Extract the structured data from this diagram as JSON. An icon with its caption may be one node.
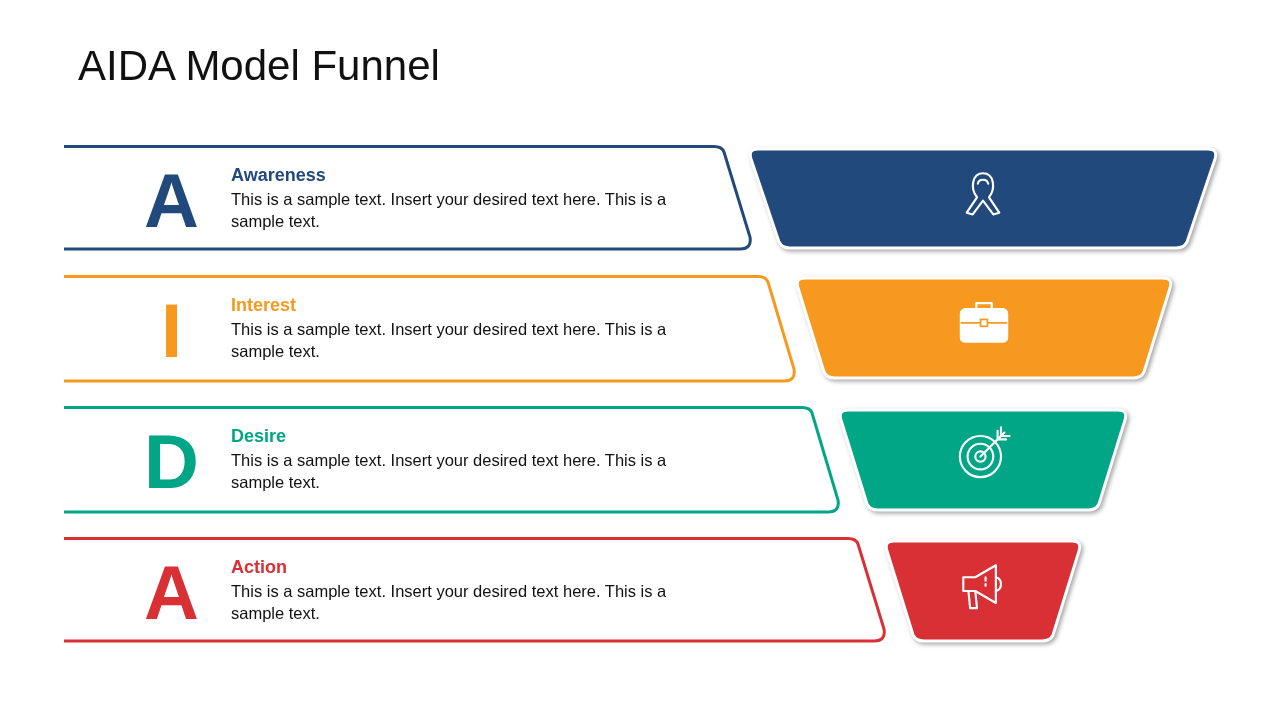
{
  "diagram": {
    "title": "AIDA Model Funnel",
    "nodes": [
      {
        "text": [
          "A",
          "Awareness",
          "This is a sample text. Insert your desired text here. This is a sample text."
        ]
      },
      {
        "text": [],
        "shape": "trapezoid"
      },
      {
        "text": [
          "I",
          "Interest",
          "This is a sample text. Insert your desired text here. This is a sample text."
        ]
      },
      {
        "text": [],
        "shape": "trapezoid"
      },
      {
        "text": [
          "D",
          "Desire",
          "This is a sample text. Insert your desired text here. This is a sample text."
        ]
      },
      {
        "text": [],
        "shape": "trapezoid"
      },
      {
        "text": [
          "A",
          "Action",
          "This is a sample text. Insert your desired text here. This is a sample text."
        ]
      },
      {
        "text": [],
        "shape": "trapezoid"
      }
    ]
  }
}
